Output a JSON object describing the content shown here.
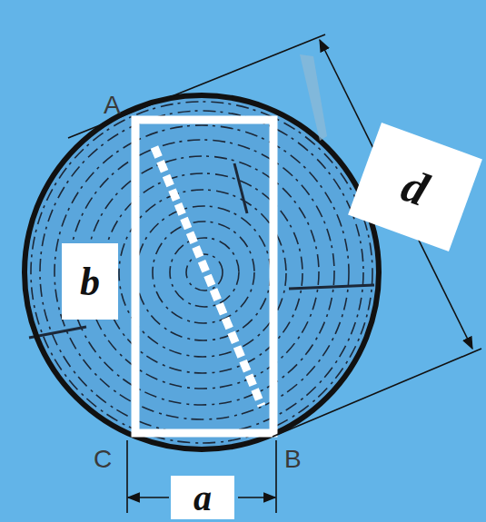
{
  "diagram": {
    "labels": [
      "A",
      "b",
      "d",
      "C",
      "B",
      "a"
    ]
  }
}
